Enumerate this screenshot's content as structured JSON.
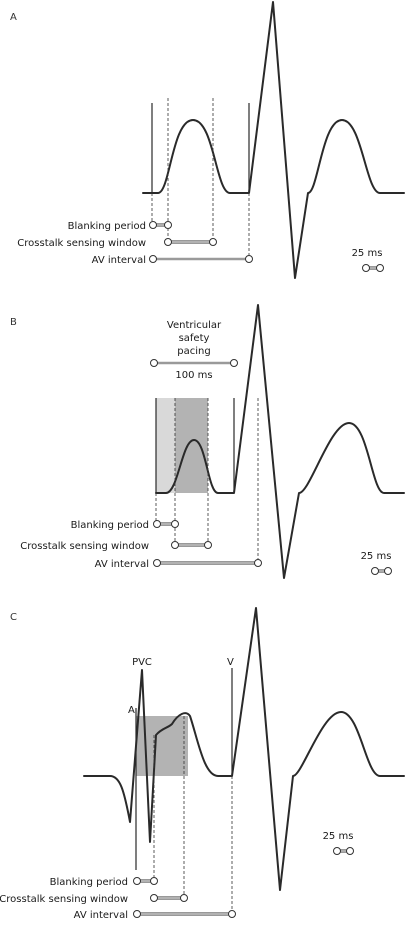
{
  "panels": [
    {
      "letter": "A",
      "labels": {
        "blanking": "Blanking period",
        "crosstalk": "Crosstalk sensing window",
        "av": "AV interval",
        "scale": "25 ms"
      }
    },
    {
      "letter": "B",
      "labels": {
        "safety_line1": "Ventricular",
        "safety_line2": "safety",
        "safety_line3": "pacing",
        "safety_value": "100 ms",
        "blanking": "Blanking period",
        "crosstalk": "Crosstalk sensing window",
        "av": "AV interval",
        "scale": "25 ms"
      }
    },
    {
      "letter": "C",
      "labels": {
        "pvc": "PVC",
        "a": "A",
        "v": "V",
        "blanking": "Blanking period",
        "crosstalk": "Crosstalk sensing window",
        "av": "AV interval",
        "scale": "25 ms"
      }
    }
  ],
  "colors": {
    "trace": "#2a2a2a",
    "shade_light": "#d9d9d9",
    "shade_dark": "#b3b3b3"
  }
}
